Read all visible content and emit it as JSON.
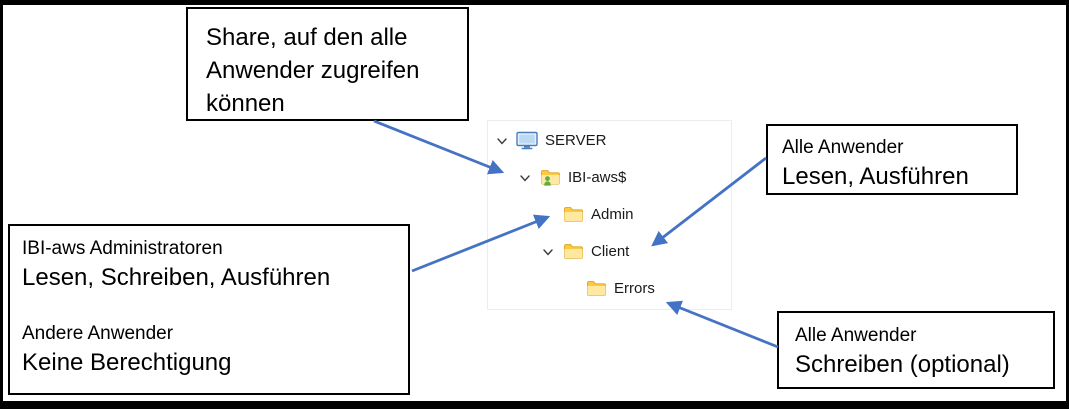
{
  "accent_color": "#4472C4",
  "folder_color": "#FFC83D",
  "tree": {
    "items": [
      {
        "label": "SERVER",
        "icon": "computer-icon",
        "expanded": true,
        "level": 0
      },
      {
        "label": "IBI-aws$",
        "icon": "shared-folder-icon",
        "expanded": true,
        "level": 1
      },
      {
        "label": "Admin",
        "icon": "folder-icon",
        "expanded": false,
        "level": 2
      },
      {
        "label": "Client",
        "icon": "folder-icon",
        "expanded": true,
        "level": 2
      },
      {
        "label": "Errors",
        "icon": "folder-icon",
        "expanded": false,
        "level": 3
      }
    ]
  },
  "callouts": {
    "share": {
      "lines": [
        "Share, auf den alle",
        "Anwender zugreifen",
        "können"
      ]
    },
    "client": {
      "title": "Alle Anwender",
      "body": "Lesen, Ausführen"
    },
    "admin": {
      "group1_title": "IBI-aws Administratoren",
      "group1_body": "Lesen, Schreiben, Ausführen",
      "group2_title": "Andere Anwender",
      "group2_body": "Keine Berechtigung"
    },
    "errors": {
      "title": "Alle Anwender",
      "body": "Schreiben (optional)"
    }
  }
}
